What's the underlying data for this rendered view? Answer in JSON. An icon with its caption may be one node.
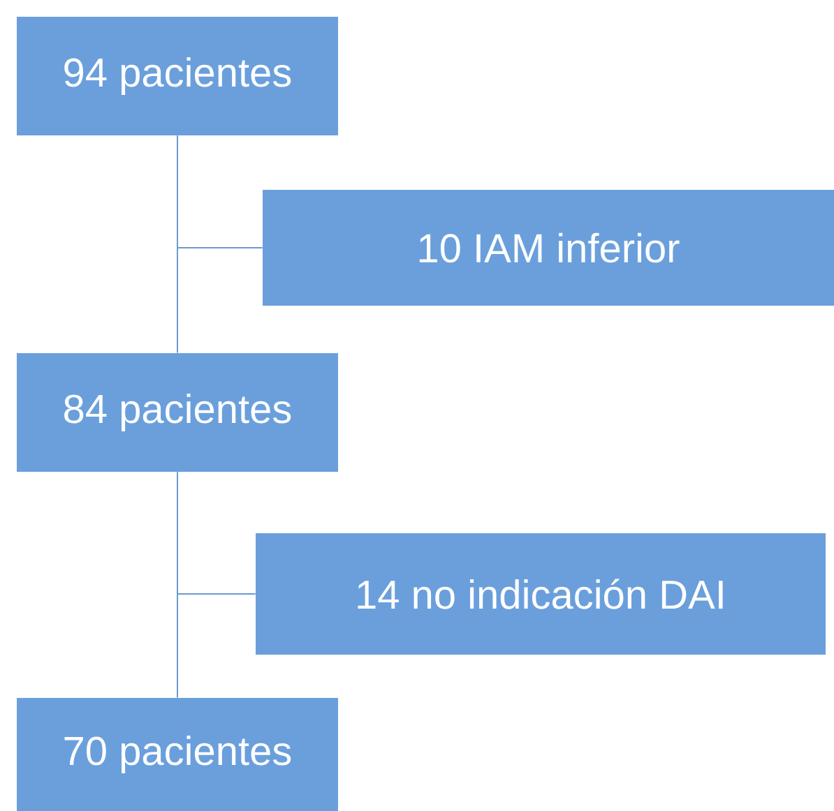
{
  "diagram": {
    "nodes": [
      {
        "text": [
          "94 pacientes"
        ]
      },
      {
        "text": [
          "10 IAM inferior"
        ]
      },
      {
        "text": [
          "84 pacientes"
        ]
      },
      {
        "text": [
          "14 no indicación DAI"
        ]
      },
      {
        "text": [
          "70 pacientes"
        ]
      }
    ],
    "edges": [
      {
        "from": 0,
        "to": 2,
        "arrow": "none"
      },
      {
        "from": 0,
        "to": 1,
        "arrow": "none"
      },
      {
        "from": 2,
        "to": 4,
        "arrow": "none"
      },
      {
        "from": 2,
        "to": 3,
        "arrow": "none"
      }
    ]
  }
}
